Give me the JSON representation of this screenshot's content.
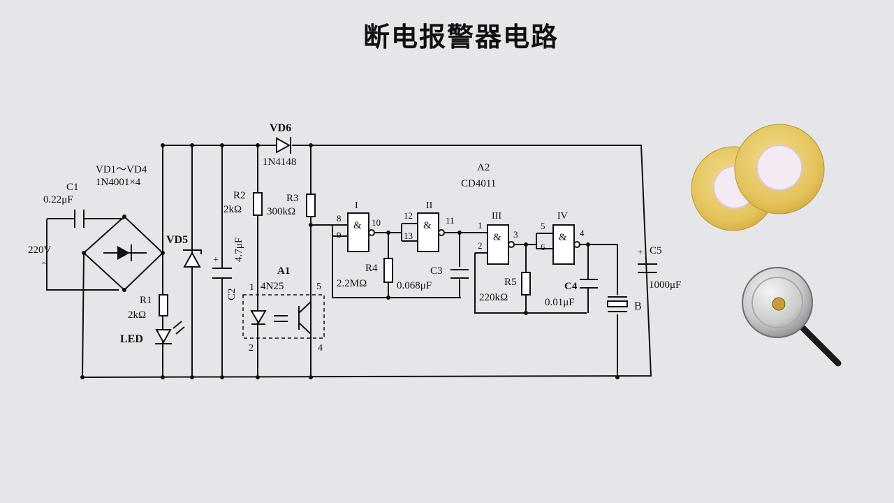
{
  "title": "断电报警器电路",
  "labels": {
    "vd6": "VD6",
    "vd6_part": "1N4148",
    "vd1_4": "VD1～VD4",
    "vd1_4_part": "1N4001×4",
    "c1": "C1",
    "c1_val": "0.22μF",
    "v220": "220V",
    "tilde": "~",
    "vd5": "VD5",
    "r1": "R1",
    "r1_val": "2kΩ",
    "led": "LED",
    "r2": "R2",
    "r2_val": "2kΩ",
    "c2": "C2",
    "c2_val": "4.7μF",
    "plus": "+",
    "r3": "R3",
    "r3_val": "300kΩ",
    "a1": "A1",
    "a1_part": "4N25",
    "pin1": "1",
    "pin2": "2",
    "pin4": "4",
    "pin5": "5",
    "a2": "A2",
    "a2_part": "CD4011",
    "gate1": "I",
    "gate2": "II",
    "gate3": "III",
    "gate4": "IV",
    "and_sym": "&",
    "p8": "8",
    "p9": "9",
    "p10": "10",
    "p12": "12",
    "p13": "13",
    "p11": "11",
    "p1": "1",
    "p2": "2",
    "p3": "3",
    "p5": "5",
    "p6": "6",
    "p4": "4",
    "r4": "R4",
    "r4_val": "2.2MΩ",
    "c3": "C3",
    "c3_val": "0.068μF",
    "r5": "R5",
    "r5_val": "220kΩ",
    "c4": "C4",
    "c4_val": "0.01μF",
    "b": "B",
    "c5": "C5",
    "c5_val": "1000μF"
  },
  "colors": {
    "background": "#e6e5e9",
    "line": "#111111",
    "piezo_brass": "#e3c25a",
    "piezo_center": "#f4eaf4",
    "buzzer_metal": "#c9c9c9"
  },
  "icons": [
    "piezo-disc-icon",
    "metal-buzzer-icon"
  ]
}
